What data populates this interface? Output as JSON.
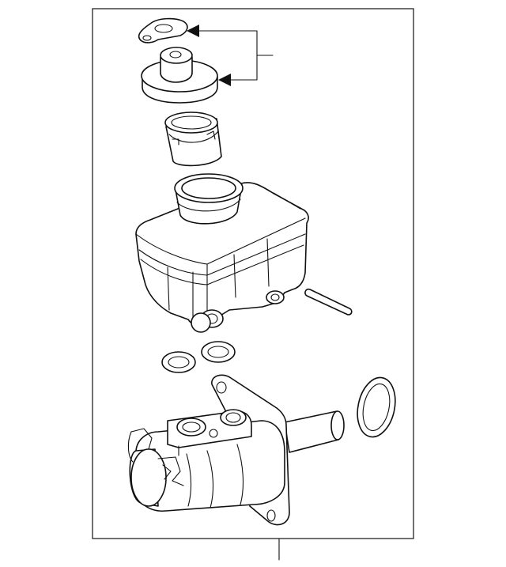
{
  "diagram": {
    "parts": [
      {
        "id": "reservoir-cap-seal"
      },
      {
        "id": "reservoir-cap"
      },
      {
        "id": "reservoir-strainer"
      },
      {
        "id": "reservoir-tank"
      },
      {
        "id": "reservoir-pin"
      },
      {
        "id": "grommet-left"
      },
      {
        "id": "grommet-right"
      },
      {
        "id": "master-cylinder-body"
      },
      {
        "id": "cylinder-o-ring"
      }
    ]
  }
}
